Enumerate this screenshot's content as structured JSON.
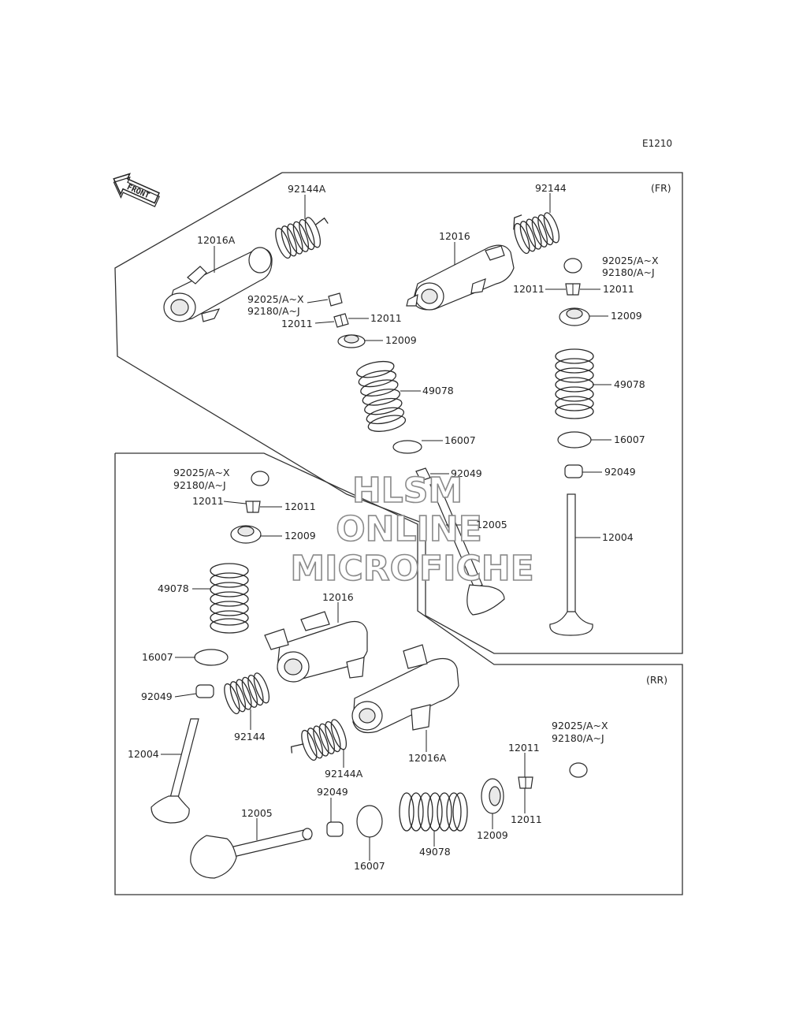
{
  "diagram_code": "E1210",
  "front_marker": "FRONT",
  "sections": {
    "front": "(FR)",
    "rear": "(RR)"
  },
  "watermark": [
    "HLSM",
    "ONLINE",
    "MICROFICHE"
  ],
  "labels": {
    "fr_92144A": "92144A",
    "fr_12016A": "12016A",
    "fr_92025_left": "92025/A~X",
    "fr_92180_left": "92180/A~J",
    "fr_12011_left_a": "12011",
    "fr_12011_left_b": "12011",
    "fr_12009_left": "12009",
    "fr_49078_left": "49078",
    "fr_16007_left": "16007",
    "fr_92049_left": "92049",
    "fr_12005": "12005",
    "fr_92144": "92144",
    "fr_12016": "12016",
    "fr_92025_right": "92025/A~X",
    "fr_92180_right": "92180/A~J",
    "fr_12011_right_a": "12011",
    "fr_12011_right_b": "12011",
    "fr_12009_right": "12009",
    "fr_49078_right": "49078",
    "fr_16007_right": "16007",
    "fr_92049_right": "92049",
    "fr_12004": "12004",
    "rr_92025_left": "92025/A~X",
    "rr_92180_left": "92180/A~J",
    "rr_12011_a": "12011",
    "rr_12011_b": "12011",
    "rr_12009_left": "12009",
    "rr_49078_left": "49078",
    "rr_12016": "12016",
    "rr_16007_left": "16007",
    "rr_92049_left": "92049",
    "rr_92144": "92144",
    "rr_12004": "12004",
    "rr_92144A": "92144A",
    "rr_12016A": "12016A",
    "rr_92025_right": "92025/A~X",
    "rr_92180_right": "92180/A~J",
    "rr_12011_right_a": "12011",
    "rr_12011_right_b": "12011",
    "rr_12005": "12005",
    "rr_92049_right": "92049",
    "rr_16007_right": "16007",
    "rr_49078_right": "49078",
    "rr_12009_right": "12009"
  }
}
